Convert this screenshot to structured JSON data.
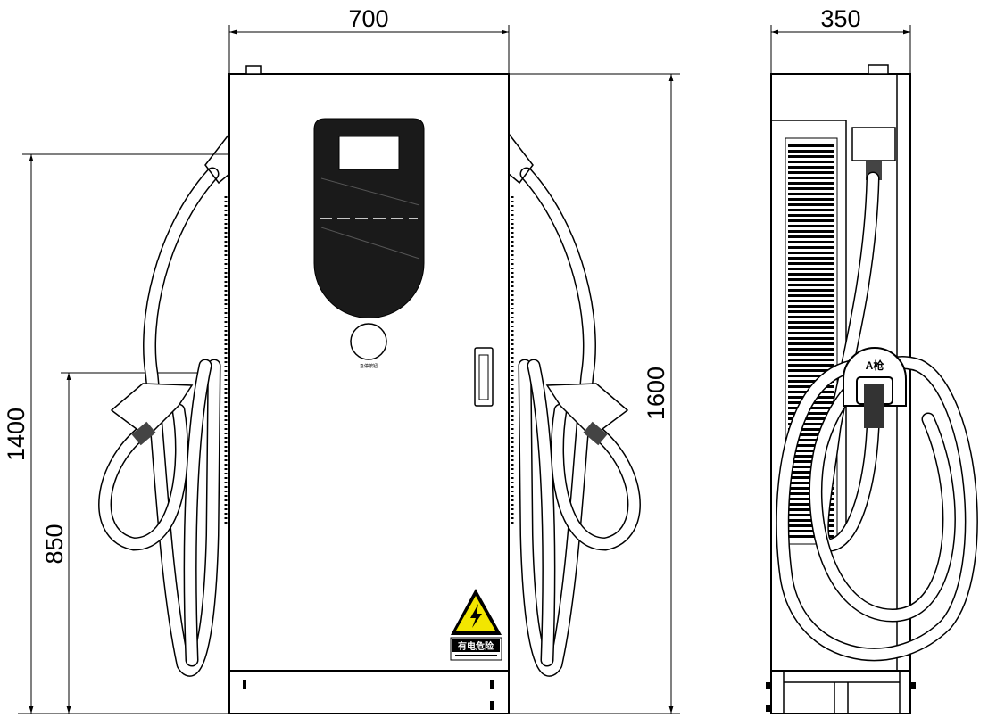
{
  "dimensions": {
    "front_width": "700",
    "side_depth": "350",
    "screen_height": "1400",
    "holster_height": "850",
    "total_height": "1600"
  },
  "labels": {
    "warning_sign": "有电危险",
    "button_caption": "急停按钮",
    "gun_label": "A枪"
  },
  "colors": {
    "line": "#000000",
    "warning_yellow": "#f2e600",
    "screen_panel": "#1a1a1a"
  }
}
